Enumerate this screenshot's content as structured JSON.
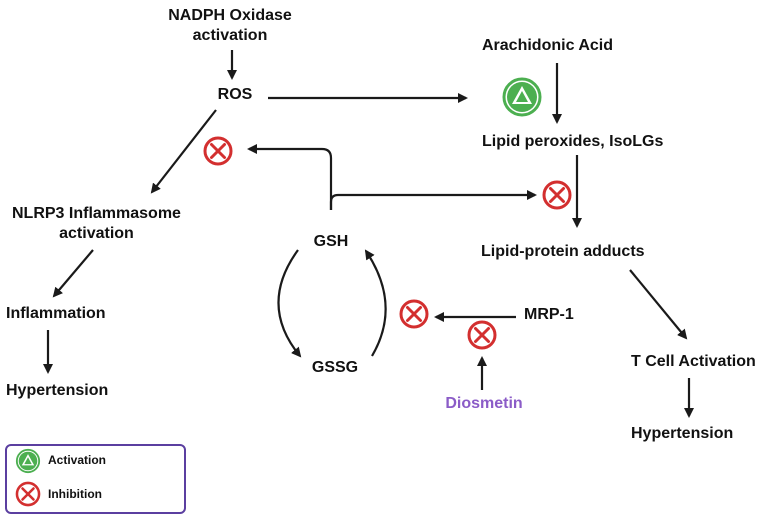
{
  "nodes": {
    "nadph": "NADPH Oxidase",
    "nadph_line2": "activation",
    "ros": "ROS",
    "arachidonic": "Arachidonic Acid",
    "lipid_peroxides": "Lipid peroxides, IsoLGs",
    "nlrp3": "NLRP3 Inflammasome",
    "nlrp3_line2": "activation",
    "gsh": "GSH",
    "gssg": "GSSG",
    "lipid_protein": "Lipid-protein adducts",
    "mrp1": "MRP-1",
    "inflammation": "Inflammation",
    "hypertension_left": "Hypertension",
    "tcell": "T Cell Activation",
    "hypertension_right": "Hypertension",
    "diosmetin": "Diosmetin"
  },
  "legend": {
    "activation": "Activation",
    "inhibition": "Inhibition"
  },
  "colors": {
    "activation": "#4caf50",
    "inhibition": "#d32f2f",
    "diosmetin": "#8b5cc7",
    "legend_border": "#5b3fa0",
    "arrow": "#1a1a1a"
  },
  "icons": {
    "activation": "activation-triangle-icon",
    "inhibition": "inhibition-cross-icon"
  }
}
